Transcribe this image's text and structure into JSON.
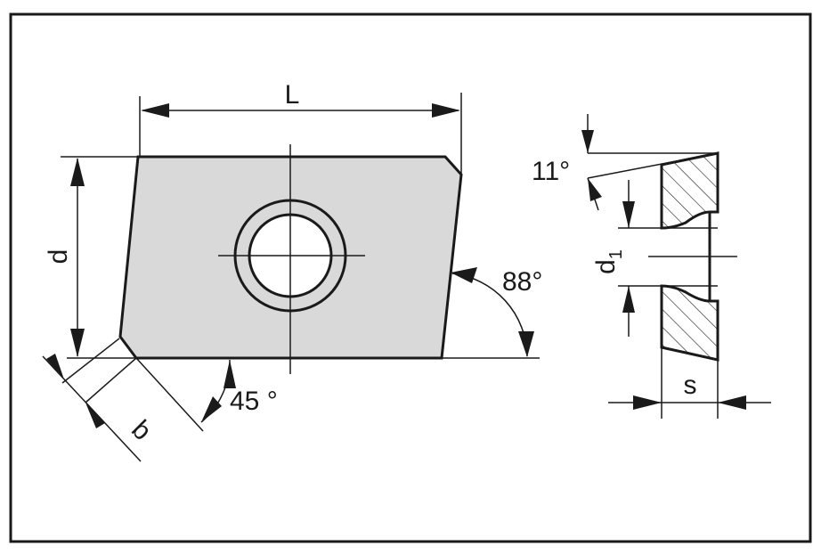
{
  "labels": {
    "length": "L",
    "diameter": "d",
    "angle_side": "88°",
    "angle_chamfer": "45 °",
    "chamfer_width": "b",
    "angle_clearance": "11°",
    "hole_diameter": "d",
    "hole_diameter_sub": "1",
    "thickness": "s"
  },
  "colors": {
    "insert_fill": "#d9d9d9",
    "line": "#1a1a1a",
    "background": "#ffffff"
  }
}
